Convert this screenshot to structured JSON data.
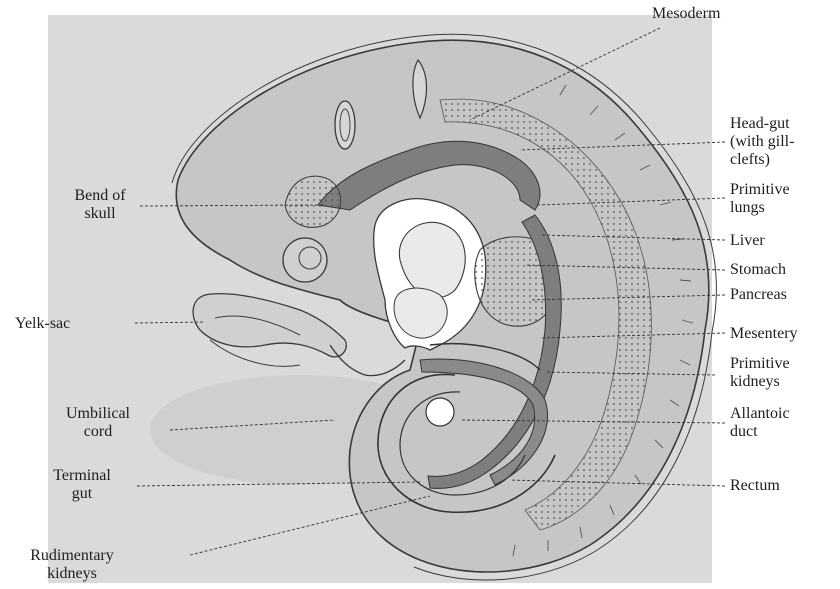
{
  "labels": {
    "mesoderm": "Mesoderm",
    "head_gut": "Head-gut\n(with gill-\nclefts)",
    "primitive_lungs": "Primitive\nlungs",
    "liver": "Liver",
    "stomach": "Stomach",
    "pancreas": "Pancreas",
    "mesentery": "Mesentery",
    "primitive_kidneys": "Primitive\nkidneys",
    "allantoic_duct": "Allantoic\nduct",
    "rectum": "Rectum",
    "bend_of_skull": "Bend of\nskull",
    "yelk_sac": "Yelk-sac",
    "umbilical_cord": "Umbilical\ncord",
    "terminal_gut": "Terminal\ngut",
    "rudimentary_kidneys": "Rudimentary\nkidneys"
  },
  "colors": {
    "background_plate": "#dadada",
    "embryo_fill": "#c6c6c6",
    "gut_dark": "#7e7e7e",
    "outline": "#3a3a3a"
  }
}
